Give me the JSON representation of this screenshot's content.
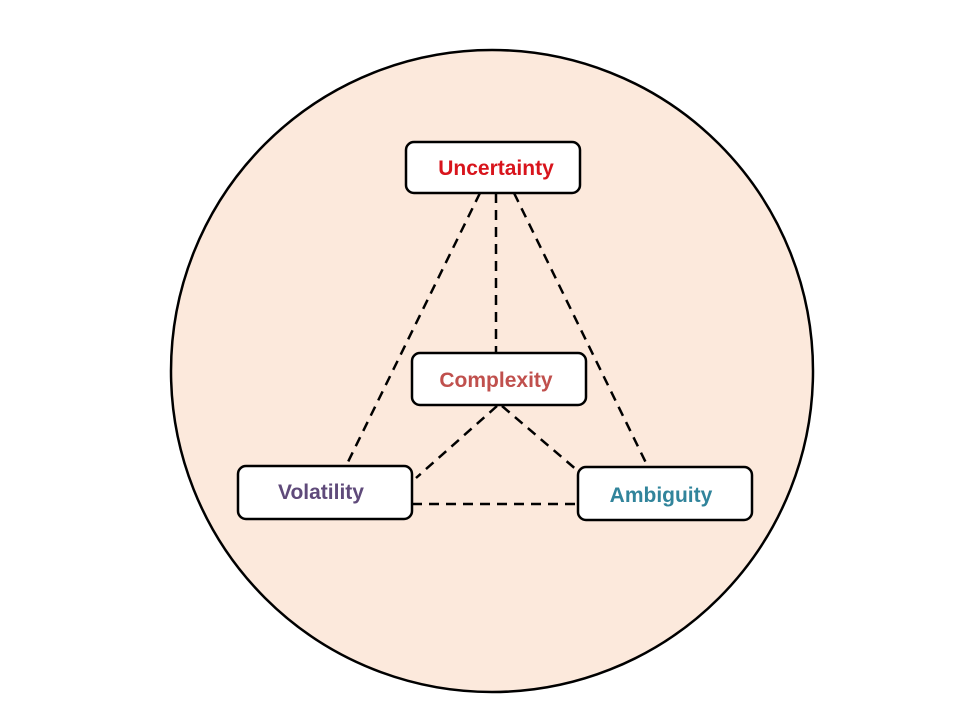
{
  "nodes": {
    "uncertainty": {
      "label": "Uncertainty",
      "color": "#d8141c"
    },
    "complexity": {
      "label": "Complexity",
      "color": "#c0504d"
    },
    "volatility": {
      "label": "Volatility",
      "color": "#5f4a7a"
    },
    "ambiguity": {
      "label": "Ambiguity",
      "color": "#31849b"
    }
  },
  "background_color": "#fce9dc"
}
